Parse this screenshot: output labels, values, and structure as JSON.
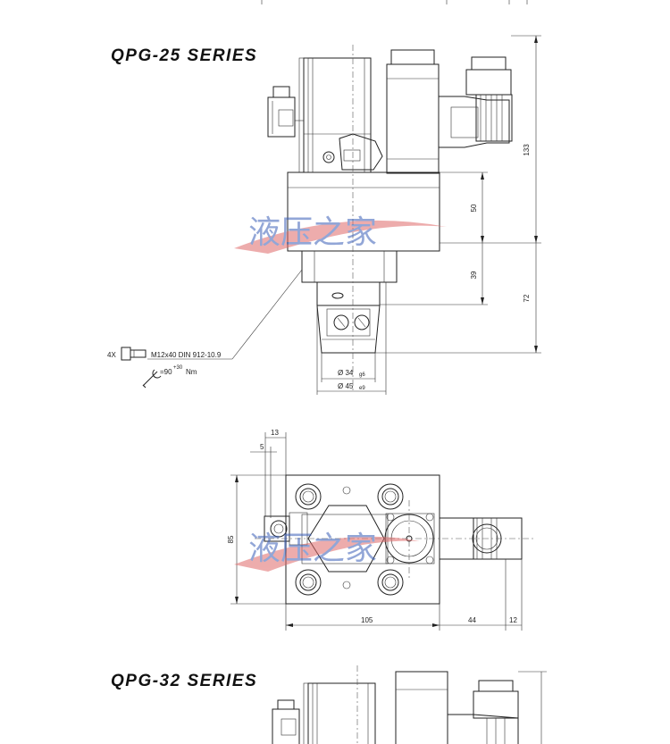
{
  "titles": {
    "qpg25": "QPG-25  SERIES",
    "qpg32": "QPG-32  SERIES"
  },
  "watermark": {
    "text": "液压之家",
    "color": "#3a5fb8",
    "swoosh_color": "#e06a6a"
  },
  "side_view": {
    "dims": {
      "d133": "133",
      "d50": "50",
      "d39": "39",
      "d72": "72",
      "dia34": "Ø 34",
      "dia34_tol": "g6",
      "dia45": "Ø 45",
      "dia45_tol": "e9"
    },
    "bolt_note": {
      "qty": "4X",
      "spec": "M12x40 DIN 912-10.9",
      "torque": "=90",
      "torque_sup": "+30",
      "torque_unit": "Nm"
    }
  },
  "top_view": {
    "dims": {
      "d13": "13",
      "d5": "5",
      "d85": "85",
      "d105": "105",
      "d44": "44",
      "d12": "12"
    }
  },
  "colors": {
    "line": "#222222"
  }
}
